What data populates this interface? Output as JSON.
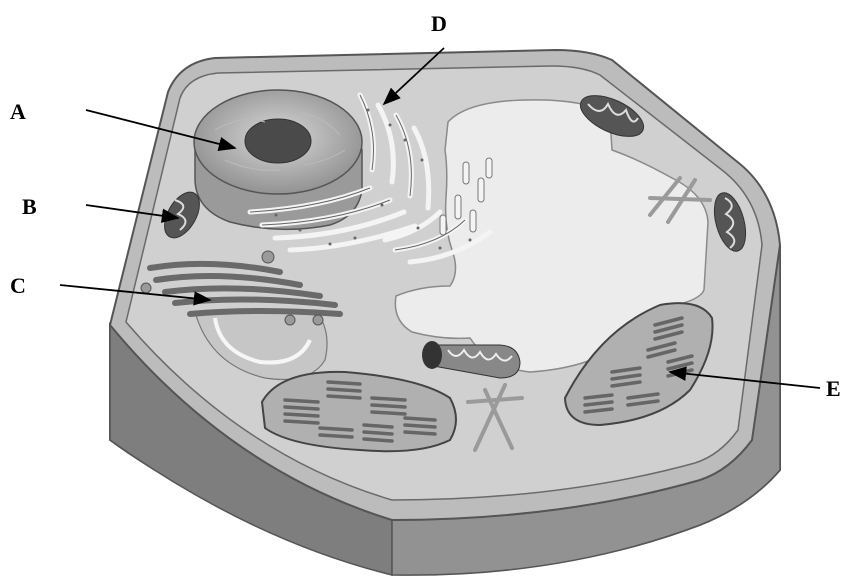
{
  "labels": {
    "a": "A",
    "b": "B",
    "c": "C",
    "d": "D",
    "e": "E"
  },
  "colors": {
    "wall_side": "#8a8a8a",
    "wall_top": "#bdbdbd",
    "cytoplasm": "#d2d2d2",
    "vacuole": "#ececec",
    "organelle_dark": "#555555",
    "organelle_mid": "#9a9a9a",
    "arrow": "#000000"
  }
}
